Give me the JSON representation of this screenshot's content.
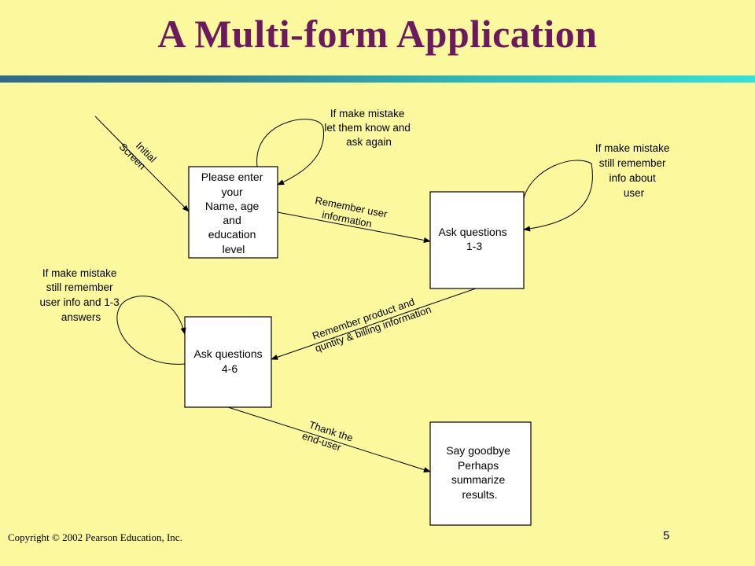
{
  "slide": {
    "title": "A Multi-form Application",
    "copyright": "Copyright © 2002 Pearson Education, Inc.",
    "page_number": "5"
  },
  "colors": {
    "background": "#fcf89e",
    "title": "#6b1a5e",
    "rule_start": "#2f6a8a",
    "rule_end": "#37e0da"
  },
  "diagram": {
    "boxes": [
      {
        "id": "form1",
        "lines": [
          "Please enter",
          "your",
          "Name, age",
          "and",
          "education",
          "level"
        ]
      },
      {
        "id": "form2",
        "lines": [
          "Ask questions",
          "1-3"
        ]
      },
      {
        "id": "form3",
        "lines": [
          "Ask questions",
          "4-6"
        ]
      },
      {
        "id": "form4",
        "lines": [
          "Say goodbye",
          "Perhaps",
          "summarize",
          "results."
        ]
      }
    ],
    "notes": [
      {
        "id": "note1",
        "lines": [
          "If make mistake",
          "let them know and",
          "ask again"
        ]
      },
      {
        "id": "note2",
        "lines": [
          "If make mistake",
          "still remember",
          "info about",
          "user"
        ]
      },
      {
        "id": "note3",
        "lines": [
          "If make mistake",
          "still remember",
          "user info and 1-3",
          "answers"
        ]
      }
    ],
    "edges": [
      {
        "id": "initial",
        "lines": [
          "Initial",
          "Screen"
        ]
      },
      {
        "id": "e1",
        "lines": [
          "Remember user",
          "information"
        ]
      },
      {
        "id": "e2",
        "lines": [
          "Remember product and",
          "quntity & billing information"
        ]
      },
      {
        "id": "e3",
        "lines": [
          "Thank the",
          "end-user"
        ]
      }
    ]
  }
}
